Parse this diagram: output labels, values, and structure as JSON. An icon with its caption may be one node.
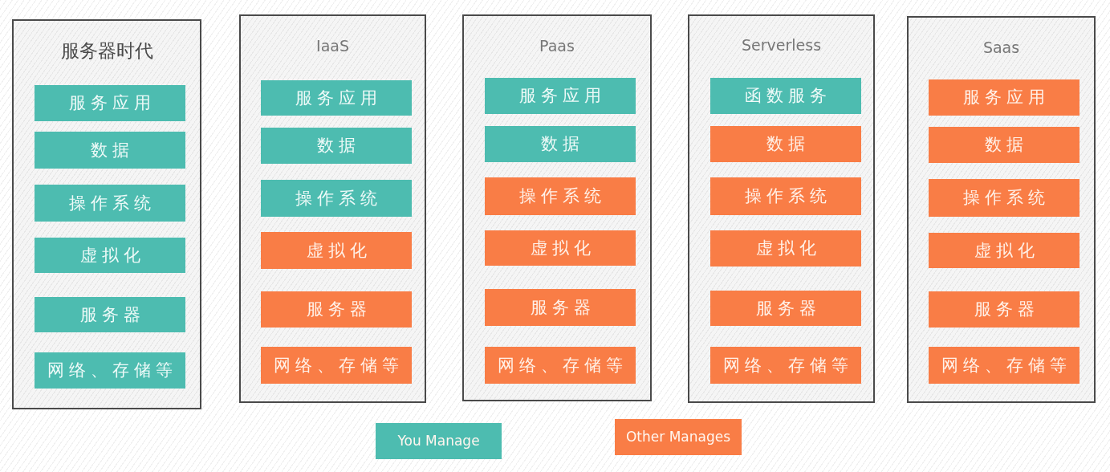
{
  "diagram": {
    "nodes": [
      {
        "text": [
          "服务器时代"
        ]
      },
      {
        "text": [
          "服务应用"
        ],
        "in": 0
      },
      {
        "text": [
          "数据"
        ],
        "in": 0
      },
      {
        "text": [
          "操作系统"
        ],
        "in": 0
      },
      {
        "text": [
          "虚拟化"
        ],
        "in": 0
      },
      {
        "text": [
          "服务器"
        ],
        "in": 0
      },
      {
        "text": [
          "网络、存储等"
        ],
        "in": 0
      },
      {
        "text": [
          "IaaS"
        ]
      },
      {
        "text": [
          "服务应用"
        ],
        "in": 7
      },
      {
        "text": [
          "数据"
        ],
        "in": 7
      },
      {
        "text": [
          "操作系统"
        ],
        "in": 7
      },
      {
        "text": [
          "虚拟化"
        ],
        "in": 7
      },
      {
        "text": [
          "服务器"
        ],
        "in": 7
      },
      {
        "text": [
          "网络、存储等"
        ],
        "in": 7
      },
      {
        "text": [
          "Paas"
        ]
      },
      {
        "text": [
          "服务应用"
        ],
        "in": 14
      },
      {
        "text": [
          "数据"
        ],
        "in": 14
      },
      {
        "text": [
          "操作系统"
        ],
        "in": 14
      },
      {
        "text": [
          "虚拟化"
        ],
        "in": 14
      },
      {
        "text": [
          "服务器"
        ],
        "in": 14
      },
      {
        "text": [
          "网络、存储等"
        ],
        "in": 14
      },
      {
        "text": [
          "Serverless"
        ]
      },
      {
        "text": [
          "函数服务"
        ],
        "in": 21
      },
      {
        "text": [
          "数据"
        ],
        "in": 21
      },
      {
        "text": [
          "操作系统"
        ],
        "in": 21
      },
      {
        "text": [
          "虚拟化"
        ],
        "in": 21
      },
      {
        "text": [
          "服务器"
        ],
        "in": 21
      },
      {
        "text": [
          "网络、存储等"
        ],
        "in": 21
      },
      {
        "text": [
          "Saas"
        ]
      },
      {
        "text": [
          "服务应用"
        ],
        "in": 28
      },
      {
        "text": [
          "数据"
        ],
        "in": 28
      },
      {
        "text": [
          "操作系统"
        ],
        "in": 28
      },
      {
        "text": [
          "虚拟化"
        ],
        "in": 28
      },
      {
        "text": [
          "服务器"
        ],
        "in": 28
      },
      {
        "text": [
          "网络、存储等"
        ],
        "in": 28
      }
    ],
    "legend": [
      {
        "text": "You Manage",
        "color": "#4dbcb0"
      },
      {
        "text": "Other Manages",
        "color": "#f97d46"
      }
    ]
  }
}
